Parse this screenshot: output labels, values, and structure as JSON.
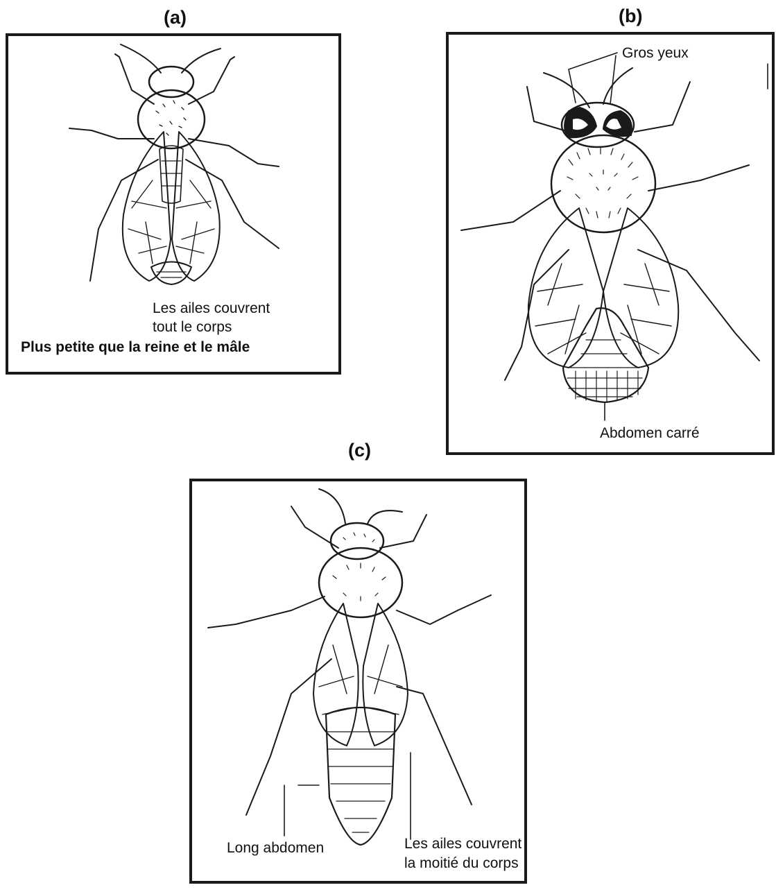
{
  "panels": {
    "a": {
      "label": "(a)",
      "wings_note_line1": "Les ailes couvrent",
      "wings_note_line2": "tout le corps",
      "size_note": "Plus petite que la reine et le mâle"
    },
    "b": {
      "label": "(b)",
      "eyes_label": "Gros yeux",
      "abdomen_label": "Abdomen carré"
    },
    "c": {
      "label": "(c)",
      "abdomen_label": "Long abdomen",
      "wings_note_line1": "Les ailes couvrent",
      "wings_note_line2": "la moitié du corps"
    }
  },
  "style": {
    "ink": "#1a1a1a"
  }
}
